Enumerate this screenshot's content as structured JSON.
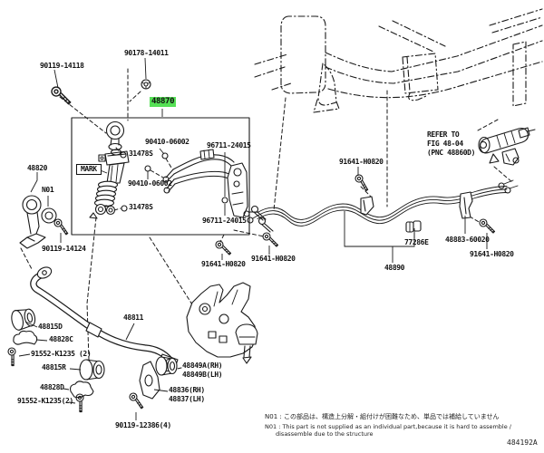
{
  "diagram": {
    "doc_number": "484192A",
    "highlight_color": "#55e055",
    "highlighted_part": "48870",
    "parts": {
      "p90119_14118": "90119-14118",
      "p90178_14011": "90178-14011",
      "p48870": "48870",
      "mark": "MARK",
      "p31478s_top": "31478S",
      "p90410_06002_top": "90410-06002",
      "p90410_06002_bottom": "90410-06002",
      "p31478s_bottom": "31478S",
      "p96711_24015_top": "96711-24015",
      "p96711_24015_bottom": "96711-24015",
      "p48820": "48820",
      "n01": "N01",
      "p90119_14124": "90119-14124",
      "p91641_h0820_top": "91641-H0820",
      "p91641_h0820_left": "91641-H0820",
      "p91641_h0820_mid": "91641-H0820",
      "p91641_h0820_right": "91641-H0820",
      "p77286e": "77286E",
      "p48883_60020": "48883-60020",
      "p48890": "48890",
      "p48811": "48811",
      "p48815d": "48815D",
      "p48828c": "48828C",
      "p91552_k1235_top": "91552-K1235 (2)",
      "p48815r": "48815R",
      "p48828d": "48828D",
      "p91552_k1235_bottom": "91552-K1235(2)",
      "p90119_12386": "90119-12386(4)",
      "p48849a": "48849A(RH)",
      "p48849b": "48849B(LH)",
      "p48836": "48836(RH)",
      "p48837": "48837(LH)"
    },
    "refer_note": {
      "line1": "REFER TO",
      "line2": "FIG 48-04",
      "line3": "(PNC 48860D)"
    },
    "notes": {
      "ja": "N01 : この部品は、構造上分解・組付けが困難なため、単品では補給していません",
      "en1": "N01 : This part is not supplied as an individual part,because it is hard to assemble /",
      "en2": "disassemble due to the structure"
    }
  }
}
